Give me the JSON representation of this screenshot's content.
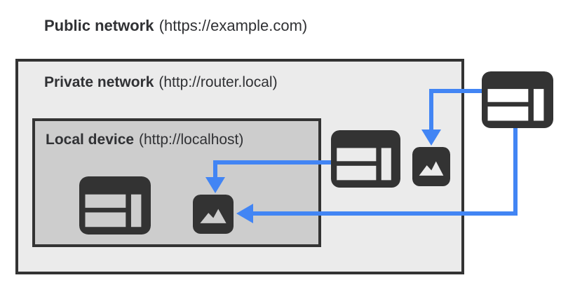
{
  "title": {
    "name": "Public network",
    "origin": "(https://example.com)"
  },
  "private_network": {
    "name": "Private network",
    "origin": "(http://router.local)"
  },
  "local_device": {
    "name": "Local device",
    "origin": "(http://localhost)"
  },
  "icons": {
    "public_browser": "browser-window",
    "private_browser": "browser-window",
    "local_browser": "browser-window",
    "private_image": "image",
    "local_image": "image"
  },
  "connections": [
    {
      "from": "private-network-browser",
      "to": "local-device-image"
    },
    {
      "from": "public-network-browser",
      "to": "private-network-image"
    },
    {
      "from": "public-network-browser",
      "to": "local-device-image"
    }
  ],
  "colors": {
    "accent": "#4285f4",
    "ink": "#333333",
    "private_bg": "#ebebeb",
    "local_bg": "#cdcdcd",
    "page_bg": "#ffffff"
  }
}
